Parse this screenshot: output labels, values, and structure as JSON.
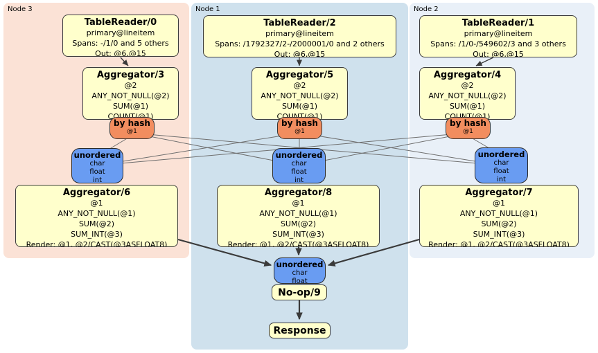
{
  "colors": {
    "node3_bg": "#fbe2d6",
    "node1_bg": "#cfe1ed",
    "node2_bg": "#e9f0f8",
    "processor_fill": "#ffffcc",
    "router_fill": "#f28d5f",
    "sync_fill": "#699cf2",
    "edge": "#3a3a3a"
  },
  "regions": [
    {
      "label": "Node 3"
    },
    {
      "label": "Node 1"
    },
    {
      "label": "Node 2"
    }
  ],
  "boxes": {
    "tr0": {
      "title": "TableReader/0",
      "lines": [
        "primary@lineitem",
        "Spans: -/1/0 and 5 others",
        "Out: @6,@15"
      ]
    },
    "agg3": {
      "title": "Aggregator/3",
      "lines": [
        "@2",
        "ANY_NOT_NULL(@2)",
        "SUM(@1)",
        "COUNT(@1)"
      ]
    },
    "bh3": {
      "title": "by hash",
      "sub": "@1"
    },
    "u3": {
      "title": "unordered",
      "lines": [
        "char",
        "float",
        "int"
      ]
    },
    "agg6": {
      "title": "Aggregator/6",
      "lines": [
        "@1",
        "ANY_NOT_NULL(@1)",
        "SUM(@2)",
        "SUM_INT(@3)",
        "Render: @1, @2/CAST(@3ASFLOAT8)"
      ]
    },
    "tr2": {
      "title": "TableReader/2",
      "lines": [
        "primary@lineitem",
        "Spans: /1792327/2-/2000001/0 and 2 others",
        "Out: @6,@15"
      ]
    },
    "agg5": {
      "title": "Aggregator/5",
      "lines": [
        "@2",
        "ANY_NOT_NULL(@2)",
        "SUM(@1)",
        "COUNT(@1)"
      ]
    },
    "bh5": {
      "title": "by hash",
      "sub": "@1"
    },
    "u1": {
      "title": "unordered",
      "lines": [
        "char",
        "float",
        "int"
      ]
    },
    "agg8": {
      "title": "Aggregator/8",
      "lines": [
        "@1",
        "ANY_NOT_NULL(@1)",
        "SUM(@2)",
        "SUM_INT(@3)",
        "Render: @1, @2/CAST(@3ASFLOAT8)"
      ]
    },
    "tr1": {
      "title": "TableReader/1",
      "lines": [
        "primary@lineitem",
        "Spans: /1/0-/549602/3 and 3 others",
        "Out: @6,@15"
      ]
    },
    "agg4": {
      "title": "Aggregator/4",
      "lines": [
        "@2",
        "ANY_NOT_NULL(@2)",
        "SUM(@1)",
        "COUNT(@1)"
      ]
    },
    "bh4": {
      "title": "by hash",
      "sub": "@1"
    },
    "u2": {
      "title": "unordered",
      "lines": [
        "char",
        "float",
        "int"
      ]
    },
    "agg7": {
      "title": "Aggregator/7",
      "lines": [
        "@1",
        "ANY_NOT_NULL(@1)",
        "SUM(@2)",
        "SUM_INT(@3)",
        "Render: @1, @2/CAST(@3ASFLOAT8)"
      ]
    },
    "uf": {
      "title": "unordered",
      "lines": [
        "char",
        "float"
      ]
    },
    "noop": {
      "title": "No-op/9"
    },
    "resp": {
      "title": "Response"
    }
  },
  "edges": [
    {
      "from": "TableReader/0",
      "to": "Aggregator/3",
      "style": "arrow"
    },
    {
      "from": "TableReader/2",
      "to": "Aggregator/5",
      "style": "arrow"
    },
    {
      "from": "TableReader/1",
      "to": "Aggregator/4",
      "style": "arrow"
    },
    {
      "from": "Aggregator/3 by hash",
      "to": "unordered node3",
      "style": "line"
    },
    {
      "from": "Aggregator/3 by hash",
      "to": "unordered node1",
      "style": "line"
    },
    {
      "from": "Aggregator/3 by hash",
      "to": "unordered node2",
      "style": "line"
    },
    {
      "from": "Aggregator/5 by hash",
      "to": "unordered node3",
      "style": "line"
    },
    {
      "from": "Aggregator/5 by hash",
      "to": "unordered node1",
      "style": "line"
    },
    {
      "from": "Aggregator/5 by hash",
      "to": "unordered node2",
      "style": "line"
    },
    {
      "from": "Aggregator/4 by hash",
      "to": "unordered node3",
      "style": "line"
    },
    {
      "from": "Aggregator/4 by hash",
      "to": "unordered node1",
      "style": "line"
    },
    {
      "from": "Aggregator/4 by hash",
      "to": "unordered node2",
      "style": "line"
    },
    {
      "from": "Aggregator/6",
      "to": "unordered final",
      "style": "thick-arrow"
    },
    {
      "from": "Aggregator/8",
      "to": "unordered final",
      "style": "thick-arrow"
    },
    {
      "from": "Aggregator/7",
      "to": "unordered final",
      "style": "thick-arrow"
    },
    {
      "from": "No-op/9",
      "to": "Response",
      "style": "thick-arrow"
    }
  ]
}
